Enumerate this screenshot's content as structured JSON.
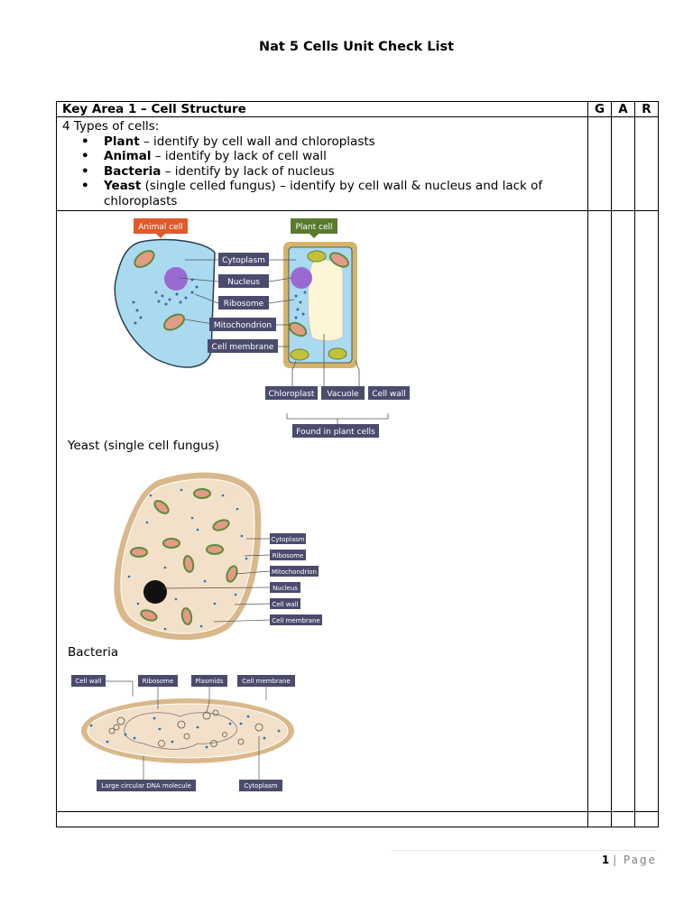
{
  "document": {
    "title": "Nat 5 Cells Unit Check List",
    "page_number": "1",
    "page_label": "| Page"
  },
  "table": {
    "key_area": "Key Area 1 – Cell Structure",
    "col_g": "G",
    "col_a": "A",
    "col_r": "R",
    "intro": "4 Types of cells:",
    "items": [
      {
        "term": "Plant",
        "desc": " – identify by cell wall and chloroplasts"
      },
      {
        "term": "Animal",
        "desc": " – identify by lack of cell wall"
      },
      {
        "term": "Bacteria",
        "desc": " – identify by lack of nucleus"
      },
      {
        "term": "Yeast",
        "desc": " (single celled fungus) – identify by cell wall & nucleus and lack of chloroplasts"
      }
    ]
  },
  "diagram1": {
    "animal_title": "Animal cell",
    "plant_title": "Plant cell",
    "labels": [
      "Cytoplasm",
      "Nucleus",
      "Ribosome",
      "Mitochondrion",
      "Cell membrane"
    ],
    "plant_labels": [
      "Chloroplast",
      "Vacuole",
      "Cell wall"
    ],
    "found": "Found in plant cells",
    "colors": {
      "animal_title_bg": "#e05a2b",
      "plant_title_bg": "#5a7a2e",
      "label_bg": "#4b4b6e",
      "animal_cell": "#a9daf0",
      "plant_wall": "#d4b46a"
    }
  },
  "yeast": {
    "caption": "Yeast (single cell fungus)",
    "labels": [
      "Cytoplasm",
      "Ribosome",
      "Mitochondrion",
      "Nucleus",
      "Cell wall",
      "Cell membrane"
    ]
  },
  "bacteria": {
    "caption": "Bacteria",
    "top_labels": [
      "Cell wall",
      "Ribosome",
      "Plasmids",
      "Cell membrane"
    ],
    "bottom_labels": [
      "Large circular DNA molecule",
      "Cytoplasm"
    ]
  }
}
